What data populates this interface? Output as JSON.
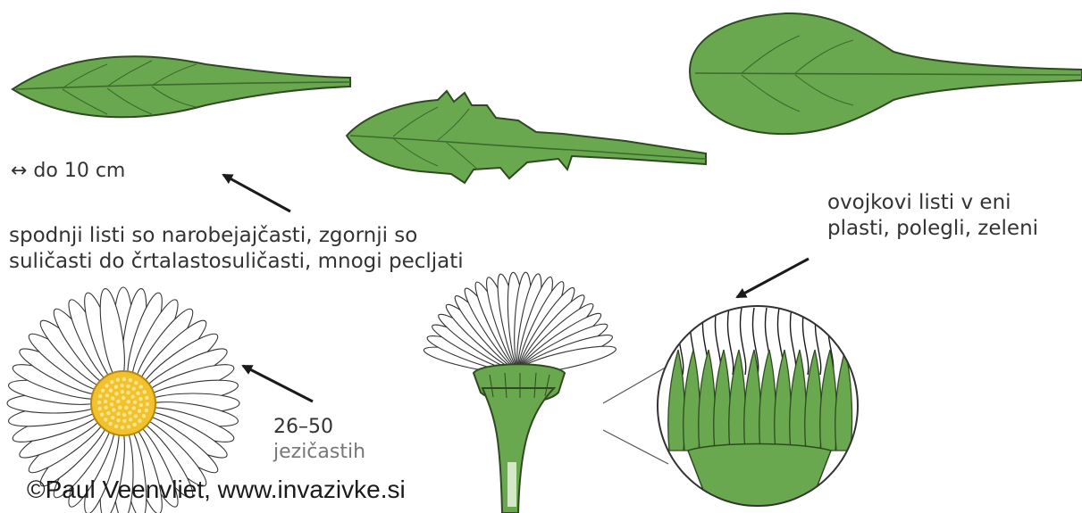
{
  "labels": {
    "size_note": "↔ do 10 cm",
    "leaves_line1": "spodnji listi so narobejajčasti, zgornji so",
    "leaves_line2": "suličasti do črtalastosuličasti, mnogi pecljati",
    "bracts_line1": "ovojkovi listi v eni",
    "bracts_line2": "plasti, polegli, zeleni",
    "rays_line1": "26–50",
    "rays_line2": "jezičastih",
    "credit": "©Paul Veenvliet, www.invazivke.si"
  },
  "colors": {
    "leaf_fill": "#6aa84f",
    "leaf_stroke": "#2f4a22",
    "vein": "#3d6b2e",
    "petal_fill": "#ffffff",
    "petal_stroke": "#333333",
    "disc_fill": "#f2c12e",
    "disc_dots": "#fbe58a",
    "text": "#333333",
    "arrow": "#1a1a1a"
  },
  "icons": [
    "arrow-icon",
    "double-arrow-icon"
  ]
}
